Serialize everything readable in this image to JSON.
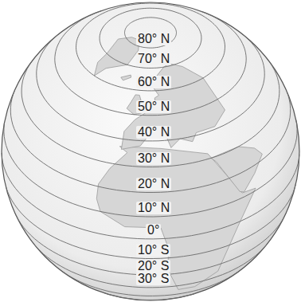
{
  "diagram": {
    "labels": [
      "80° N",
      "70° N",
      "60° N",
      "50° N",
      "40° N",
      "30° N",
      "20° N",
      "10° N",
      "0°",
      "10° S",
      "20° S",
      "30° S"
    ]
  }
}
